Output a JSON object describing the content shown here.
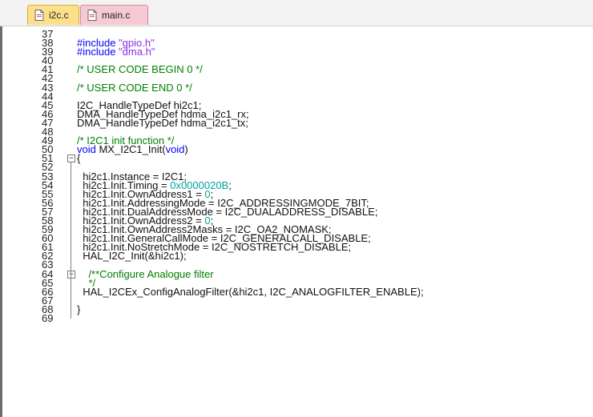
{
  "tabs": [
    {
      "label": "i2c.c",
      "active": true
    },
    {
      "label": "main.c",
      "active": false
    }
  ],
  "editor": {
    "lines": [
      {
        "n": "37",
        "t": ""
      },
      {
        "n": "38",
        "segments": [
          {
            "cls": "c-inc",
            "t": "#include "
          },
          {
            "cls": "c-str",
            "t": "\"gpio.h\""
          }
        ]
      },
      {
        "n": "39",
        "segments": [
          {
            "cls": "c-inc",
            "t": "#include "
          },
          {
            "cls": "c-str",
            "t": "\"dma.h\""
          }
        ]
      },
      {
        "n": "40",
        "t": ""
      },
      {
        "n": "41",
        "segments": [
          {
            "cls": "c-com",
            "t": "/* USER CODE BEGIN 0 */"
          }
        ]
      },
      {
        "n": "42",
        "t": ""
      },
      {
        "n": "43",
        "segments": [
          {
            "cls": "c-com",
            "t": "/* USER CODE END 0 */"
          }
        ]
      },
      {
        "n": "44",
        "t": ""
      },
      {
        "n": "45",
        "t": "I2C_HandleTypeDef hi2c1;"
      },
      {
        "n": "46",
        "t": "DMA_HandleTypeDef hdma_i2c1_rx;"
      },
      {
        "n": "47",
        "t": "DMA_HandleTypeDef hdma_i2c1_tx;"
      },
      {
        "n": "48",
        "t": ""
      },
      {
        "n": "49",
        "segments": [
          {
            "cls": "c-com",
            "t": "/* I2C1 init function */"
          }
        ]
      },
      {
        "n": "50",
        "segments": [
          {
            "cls": "c-kw",
            "t": "void"
          },
          {
            "t": " MX_I2C1_Init("
          },
          {
            "cls": "c-kw",
            "t": "void"
          },
          {
            "t": ")"
          }
        ]
      },
      {
        "n": "51",
        "t": "{",
        "fold": "box"
      },
      {
        "n": "52",
        "t": ""
      },
      {
        "n": "53",
        "t": "  hi2c1.Instance = I2C1;"
      },
      {
        "n": "54",
        "segments": [
          {
            "t": "  hi2c1.Init.Timing = "
          },
          {
            "cls": "c-num",
            "t": "0x0000020B"
          },
          {
            "t": ";"
          }
        ]
      },
      {
        "n": "55",
        "segments": [
          {
            "t": "  hi2c1.Init.OwnAddress1 = "
          },
          {
            "cls": "c-num",
            "t": "0"
          },
          {
            "t": ";"
          }
        ]
      },
      {
        "n": "56",
        "t": "  hi2c1.Init.AddressingMode = I2C_ADDRESSINGMODE_7BIT;"
      },
      {
        "n": "57",
        "t": "  hi2c1.Init.DualAddressMode = I2C_DUALADDRESS_DISABLE;"
      },
      {
        "n": "58",
        "segments": [
          {
            "t": "  hi2c1.Init.OwnAddress2 = "
          },
          {
            "cls": "c-num",
            "t": "0"
          },
          {
            "t": ";"
          }
        ]
      },
      {
        "n": "59",
        "t": "  hi2c1.Init.OwnAddress2Masks = I2C_OA2_NOMASK;"
      },
      {
        "n": "60",
        "t": "  hi2c1.Init.GeneralCallMode = I2C_GENERALCALL_DISABLE;"
      },
      {
        "n": "61",
        "t": "  hi2c1.Init.NoStretchMode = I2C_NOSTRETCH_DISABLE;"
      },
      {
        "n": "62",
        "t": "  HAL_I2C_Init(&hi2c1);"
      },
      {
        "n": "63",
        "t": ""
      },
      {
        "n": "64",
        "segments": [
          {
            "cls": "c-com",
            "t": "    /**Configure Analogue filter"
          }
        ],
        "fold": "box"
      },
      {
        "n": "65",
        "segments": [
          {
            "cls": "c-com",
            "t": "    */"
          }
        ]
      },
      {
        "n": "66",
        "t": "  HAL_I2CEx_ConfigAnalogFilter(&hi2c1, I2C_ANALOGFILTER_ENABLE);"
      },
      {
        "n": "67",
        "t": ""
      },
      {
        "n": "68",
        "t": "}"
      },
      {
        "n": "69",
        "t": ""
      }
    ]
  }
}
